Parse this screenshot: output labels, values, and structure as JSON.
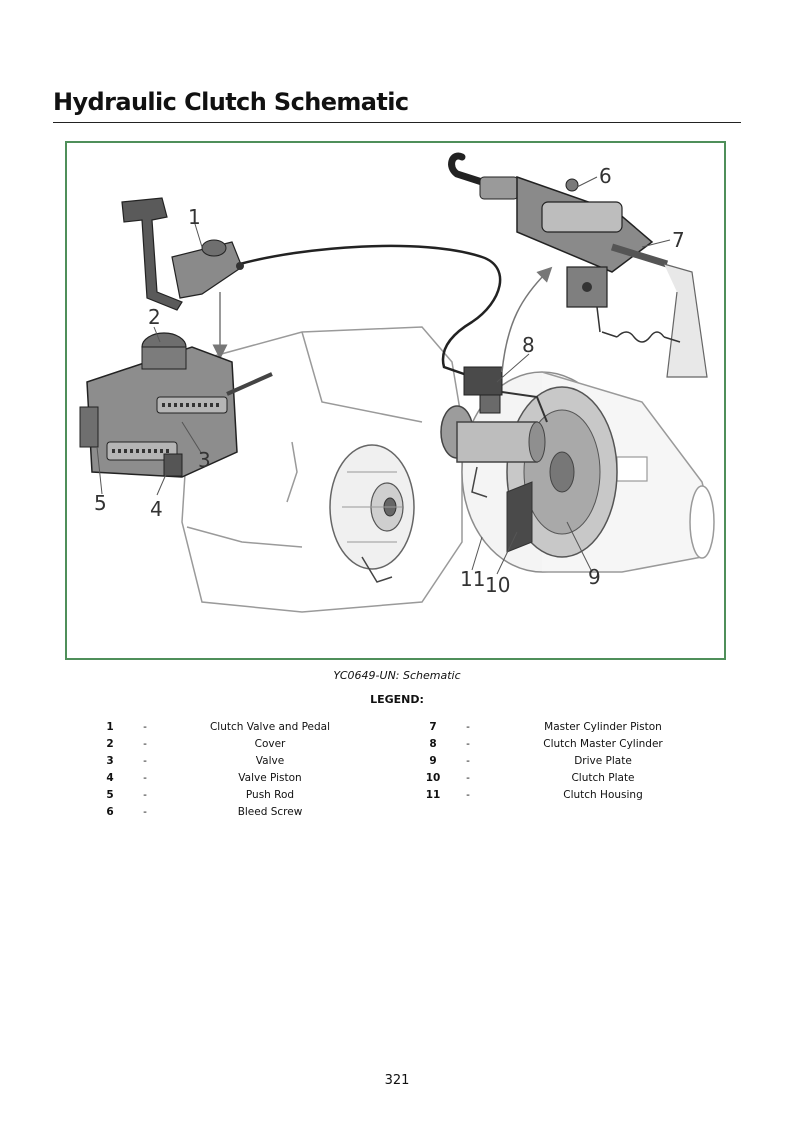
{
  "page": {
    "title": "Hydraulic Clutch Schematic",
    "number": "321"
  },
  "figure": {
    "caption": "YC0649-UN: Schematic",
    "callouts": [
      "1",
      "2",
      "3",
      "4",
      "5",
      "6",
      "7",
      "8",
      "9",
      "10",
      "11"
    ],
    "frame_color": "#4f8f5a"
  },
  "legend": {
    "heading": "LEGEND:",
    "items": [
      {
        "num": "1",
        "sep": "-",
        "label": "Clutch Valve and Pedal"
      },
      {
        "num": "2",
        "sep": "-",
        "label": "Cover"
      },
      {
        "num": "3",
        "sep": "-",
        "label": "Valve"
      },
      {
        "num": "4",
        "sep": "-",
        "label": "Valve Piston"
      },
      {
        "num": "5",
        "sep": "-",
        "label": "Push Rod"
      },
      {
        "num": "6",
        "sep": "-",
        "label": "Bleed Screw"
      },
      {
        "num": "7",
        "sep": "-",
        "label": "Master Cylinder Piston"
      },
      {
        "num": "8",
        "sep": "-",
        "label": "Clutch Master Cylinder"
      },
      {
        "num": "9",
        "sep": "-",
        "label": "Drive Plate"
      },
      {
        "num": "10",
        "sep": "-",
        "label": "Clutch Plate"
      },
      {
        "num": "11",
        "sep": "-",
        "label": "Clutch Housing"
      }
    ]
  }
}
